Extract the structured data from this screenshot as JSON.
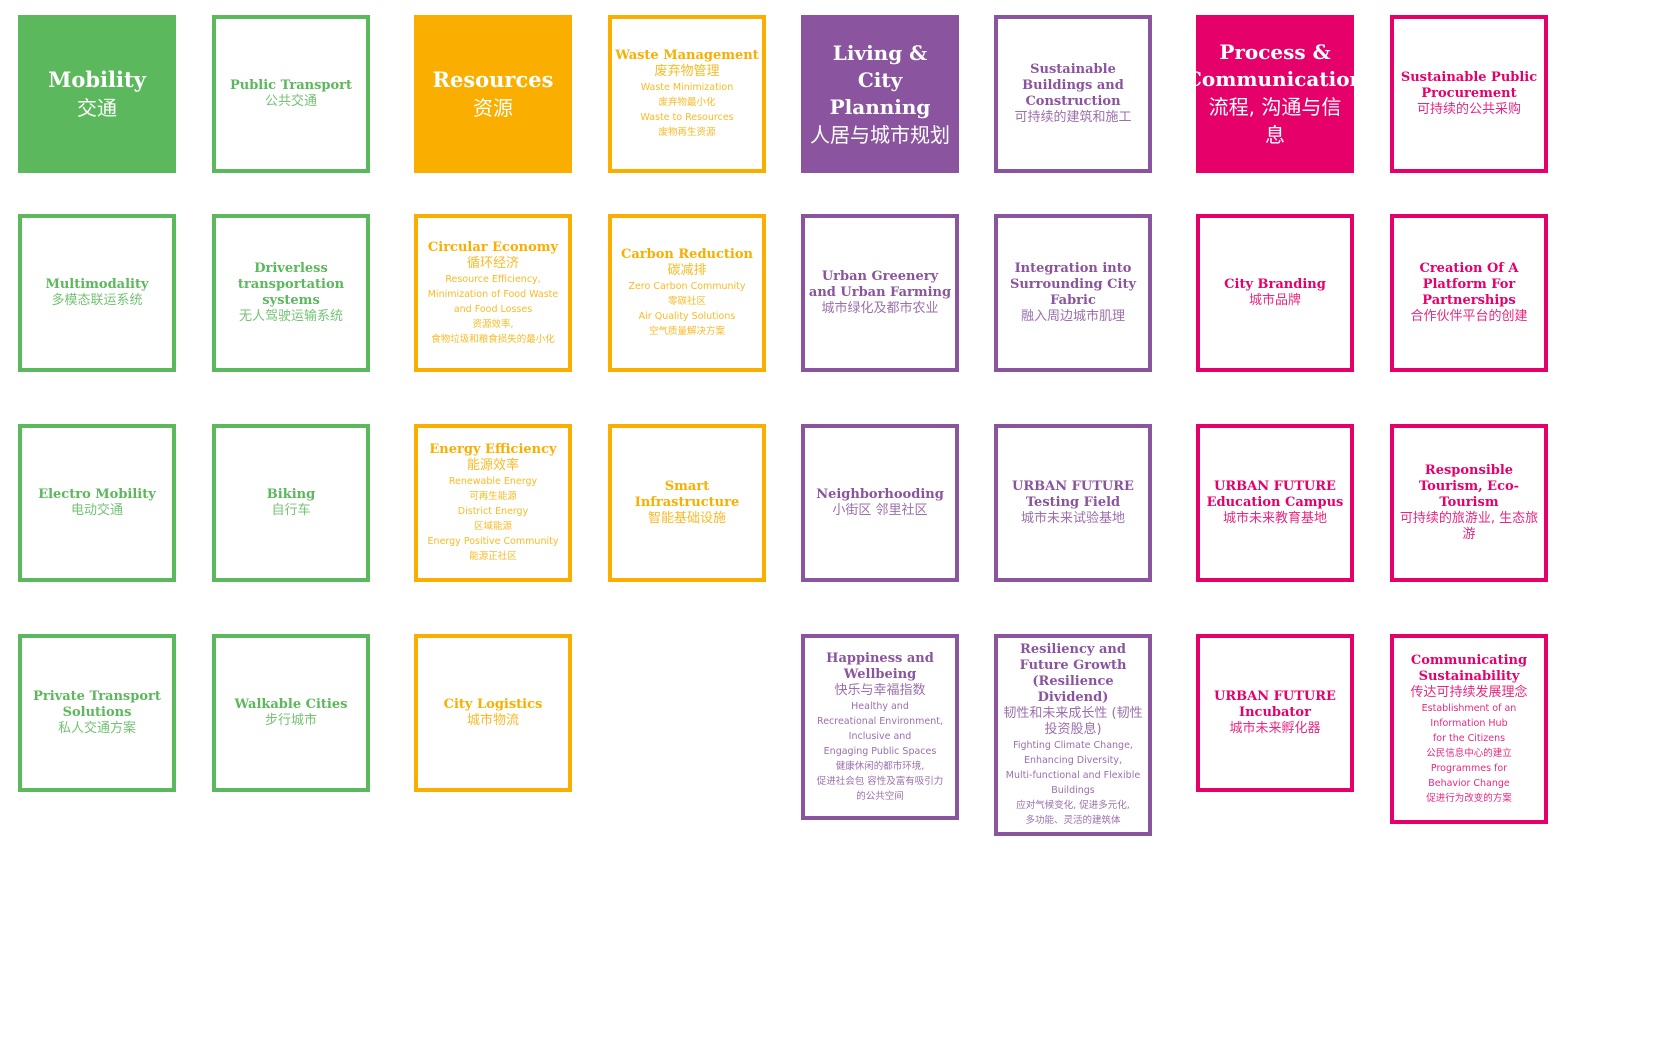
{
  "colors": {
    "mobility": "#5cb85c",
    "resources": "#f9ae00",
    "living": "#8a559e",
    "process": "#e5006a"
  },
  "columns": [
    {
      "key": "mobility",
      "tiles": [
        {
          "filled": true,
          "title": "Mobility",
          "cn": "交通",
          "subs": []
        },
        {
          "filled": false,
          "title": "Public Transport",
          "cn": "公共交通",
          "subs": []
        },
        {
          "filled": false,
          "title": "Multimodality",
          "cn": "多模态联运系统",
          "subs": []
        },
        {
          "filled": false,
          "title": "Driverless transportation systems",
          "cn": "无人驾驶运输系统",
          "subs": []
        },
        {
          "filled": false,
          "title": "Electro Mobility",
          "cn": "电动交通",
          "subs": []
        },
        {
          "filled": false,
          "title": "Biking",
          "cn": "自行车",
          "subs": []
        },
        {
          "filled": false,
          "title": "Private Transport Solutions",
          "cn": "私人交通方案",
          "subs": []
        },
        {
          "filled": false,
          "title": "Walkable Cities",
          "cn": "步行城市",
          "subs": []
        }
      ]
    },
    {
      "key": "resources",
      "tiles": [
        {
          "filled": true,
          "title": "Resources",
          "cn": "资源",
          "subs": []
        },
        {
          "filled": false,
          "title": "Waste Management",
          "cn": "废弃物管理",
          "subs": [
            "Waste Minimization",
            "废弃物最小化",
            "Waste to Resources",
            "废物再生资源"
          ]
        },
        {
          "filled": false,
          "title": "Circular Economy",
          "cn": "循环经济",
          "subs": [
            "Resource Efficiency,",
            "Minimization of Food Waste",
            "and Food Losses",
            "资源效率,",
            "食物垃圾和粮食损失的最小化"
          ]
        },
        {
          "filled": false,
          "title": "Carbon Reduction",
          "cn": "碳减排",
          "subs": [
            "Zero Carbon Community",
            "零碳社区",
            "Air Quality Solutions",
            "空气质量解决方案"
          ]
        },
        {
          "filled": false,
          "title": "Energy Efficiency",
          "cn": "能源效率",
          "subs": [
            "Renewable Energy",
            "可再生能源",
            "District Energy",
            "区域能源",
            "Energy Positive Community",
            "能源正社区"
          ]
        },
        {
          "filled": false,
          "title": "Smart Infrastructure",
          "cn": "智能基础设施",
          "subs": []
        },
        {
          "filled": false,
          "title": "City Logistics",
          "cn": "城市物流",
          "subs": []
        }
      ]
    },
    {
      "key": "living",
      "tiles": [
        {
          "filled": true,
          "title": "Living & City Planning",
          "cn": "人居与城市规划",
          "subs": []
        },
        {
          "filled": false,
          "title": "Sustainable Buildings and Construction",
          "cn": "可持续的建筑和施工",
          "subs": []
        },
        {
          "filled": false,
          "title": "Urban Greenery and Urban Farming",
          "cn": "城市绿化及都市农业",
          "subs": []
        },
        {
          "filled": false,
          "title": "Integration into Surrounding City Fabric",
          "cn": "融入周边城市肌理",
          "subs": []
        },
        {
          "filled": false,
          "title": "Neighborhooding",
          "cn": "小街区 邻里社区",
          "subs": []
        },
        {
          "filled": false,
          "title": "URBAN FUTURE Testing Field",
          "cn": "城市未来试验基地",
          "subs": []
        },
        {
          "filled": false,
          "title": "Happiness and Wellbeing",
          "cn": "快乐与幸福指数",
          "subs": [
            "Healthy and",
            "Recreational Environment,",
            "Inclusive and",
            "Engaging Public Spaces",
            "健康休闲的都市环境,",
            "促进社会包 容性及富有吸引力",
            "的公共空间"
          ]
        },
        {
          "filled": false,
          "title": "Resiliency and Future Growth (Resilience Dividend)",
          "cn": "韧性和未来成长性 (韧性投资股息)",
          "subs": [
            "Fighting Climate Change,",
            "Enhancing Diversity,",
            "Multi-functional and Flexible",
            "Buildings",
            "应对气候变化, 促进多元化,",
            "多功能、灵活的建筑体"
          ]
        }
      ]
    },
    {
      "key": "process",
      "tiles": [
        {
          "filled": true,
          "title": "Process & Communication",
          "cn": "流程, 沟通与信息",
          "subs": []
        },
        {
          "filled": false,
          "title": "Sustainable Public Procurement",
          "cn": "可持续的公共采购",
          "subs": []
        },
        {
          "filled": false,
          "title": "City Branding",
          "cn": "城市品牌",
          "subs": []
        },
        {
          "filled": false,
          "title": "Creation Of A Platform For Partnerships",
          "cn": "合作伙伴平台的创建",
          "subs": []
        },
        {
          "filled": false,
          "title": "URBAN FUTURE Education Campus",
          "cn": "城市未来教育基地",
          "subs": []
        },
        {
          "filled": false,
          "title": "Responsible Tourism, Eco-Tourism",
          "cn": "可持续的旅游业, 生态旅游",
          "subs": []
        },
        {
          "filled": false,
          "title": "URBAN FUTURE Incubator",
          "cn": "城市未来孵化器",
          "subs": []
        },
        {
          "filled": false,
          "title": "Communicating Sustainability",
          "cn": "传达可持续发展理念",
          "subs": [
            "Establishment of an",
            "Information Hub",
            "for the Citizens",
            "公民信息中心的建立",
            "Programmes for",
            "Behavior Change",
            "促进行为改变的方案"
          ]
        }
      ]
    }
  ]
}
